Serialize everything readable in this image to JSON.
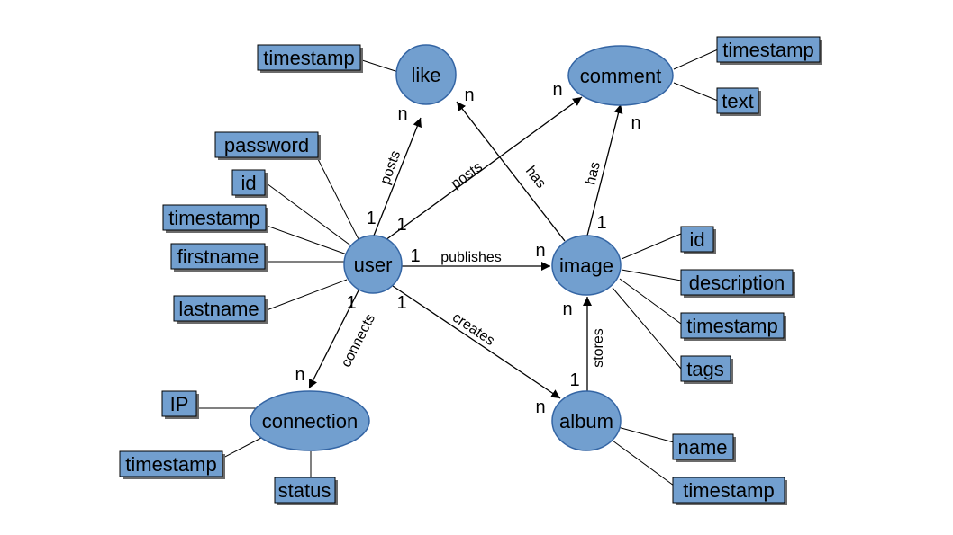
{
  "entities": {
    "like": "like",
    "comment": "comment",
    "user": "user",
    "image": "image",
    "connection": "connection",
    "album": "album"
  },
  "attributes": {
    "like_timestamp": "timestamp",
    "comment_timestamp": "timestamp",
    "comment_text": "text",
    "user_password": "password",
    "user_id": "id",
    "user_timestamp": "timestamp",
    "user_firstname": "firstname",
    "user_lastname": "lastname",
    "image_id": "id",
    "image_description": "description",
    "image_timestamp": "timestamp",
    "image_tags": "tags",
    "connection_ip": "IP",
    "connection_timestamp": "timestamp",
    "connection_status": "status",
    "album_name": "name",
    "album_timestamp": "timestamp"
  },
  "relationships": {
    "user_like": "posts",
    "user_comment": "posts",
    "image_like": "has",
    "image_comment": "has",
    "user_image": "publishes",
    "user_connection": "connects",
    "user_album": "creates",
    "album_image": "stores"
  },
  "cardinalities": {
    "user_like_from": "1",
    "user_like_to": "n",
    "user_comment_from": "1",
    "user_comment_to": "n",
    "image_like_to": "n",
    "image_comment_from": "1",
    "image_comment_to": "n",
    "user_image_from": "1",
    "user_image_to": "n",
    "user_connection_from": "1",
    "user_connection_to": "n",
    "user_album_from": "1",
    "user_album_to": "n",
    "album_image_from": "1",
    "album_image_to": "n"
  }
}
